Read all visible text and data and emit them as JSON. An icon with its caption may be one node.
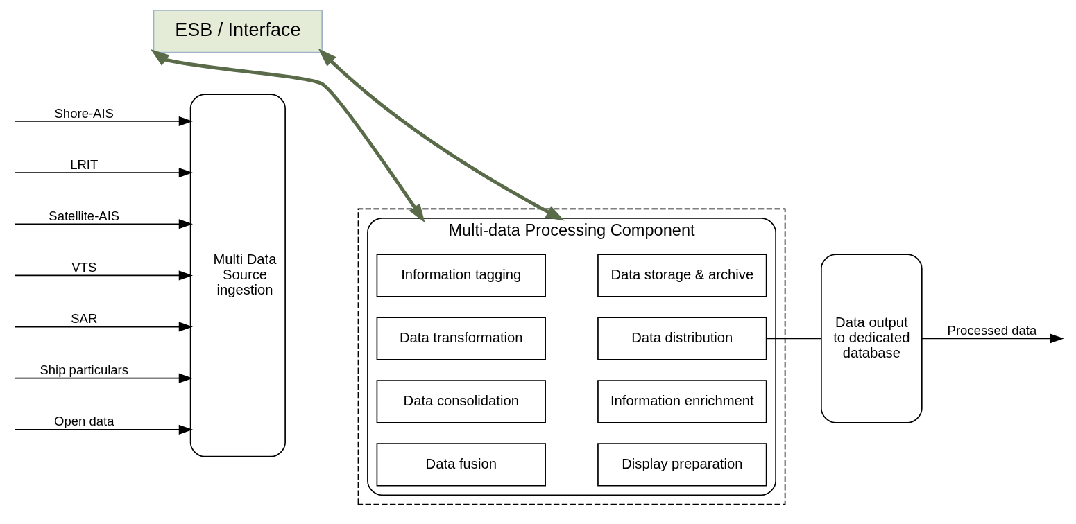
{
  "diagram": {
    "nodes": [
      {
        "text": [
          "ESB / Interface"
        ]
      },
      {
        "text": [],
        "shape": "box"
      },
      {
        "text": [
          "Multi-data Processing Component"
        ],
        "in": 1
      },
      {
        "text": [
          "Information tagging"
        ],
        "in": 2
      },
      {
        "text": [
          "Data storage & archive"
        ],
        "in": 2
      },
      {
        "text": [
          "Data transformation"
        ],
        "in": 2
      },
      {
        "text": [
          "Data distribution"
        ],
        "in": 2
      },
      {
        "text": [
          "Data consolidation"
        ],
        "in": 2
      },
      {
        "text": [
          "Information enrichment"
        ],
        "in": 2
      },
      {
        "text": [
          "Data fusion"
        ],
        "in": 2
      },
      {
        "text": [
          "Display preparation"
        ],
        "in": 2
      },
      {
        "text": [
          "Multi Data Source ingestion"
        ]
      },
      {
        "text": [
          "Data output to dedicated database"
        ]
      }
    ],
    "edges": [
      {
        "from": null,
        "to": 11,
        "arrow": "to",
        "label": "Shore-AIS"
      },
      {
        "from": null,
        "to": 11,
        "arrow": "to",
        "label": "LRIT"
      },
      {
        "from": null,
        "to": 11,
        "arrow": "to",
        "label": "Satellite-AIS"
      },
      {
        "from": null,
        "to": 11,
        "arrow": "to",
        "label": "VTS"
      },
      {
        "from": null,
        "to": 11,
        "arrow": "to",
        "label": "SAR"
      },
      {
        "from": null,
        "to": 11,
        "arrow": "to",
        "label": "Ship particulars"
      },
      {
        "from": null,
        "to": 11,
        "arrow": "to",
        "label": "Open data"
      },
      {
        "from": 0,
        "to": 2,
        "arrow": "both",
        "style": "thick",
        "color": "#5a6b4a"
      },
      {
        "from": 0,
        "to": 2,
        "arrow": "both",
        "style": "thick",
        "color": "#5a6b4a"
      },
      {
        "from": 6,
        "to": 12,
        "arrow": "none"
      },
      {
        "from": 12,
        "to": null,
        "arrow": "to",
        "label": "Processed data"
      }
    ]
  }
}
